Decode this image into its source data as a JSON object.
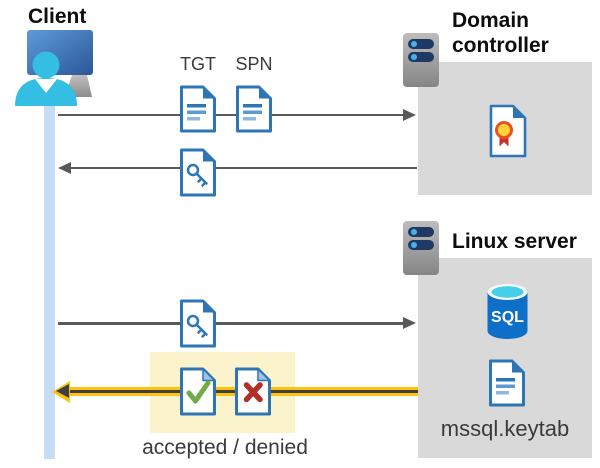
{
  "client": {
    "title": "Client"
  },
  "domain_controller": {
    "title": "Domain controller"
  },
  "linux_server": {
    "title": "Linux server",
    "sql_label": "SQL",
    "keytab_label": "mssql.keytab"
  },
  "messages": {
    "tgt_label": "TGT",
    "spn_label": "SPN",
    "result_label": "accepted / denied"
  },
  "icons": {
    "client": "monitor-user-icon",
    "domain_controller": "server-icon",
    "linux_server": "server-icon",
    "tgt": "document-icon",
    "spn": "document-icon",
    "ticket": "key-document-icon",
    "certificate": "certificate-icon",
    "sql": "sql-database-icon",
    "keytab": "document-icon",
    "accepted": "check-document-icon",
    "denied": "x-document-icon"
  },
  "colors": {
    "doc_blue": "#2E75B6",
    "doc_line_light": "#5B9BD5",
    "lifeline_blue": "#C5DDF5",
    "box_gray": "#D9D9D9",
    "highlight_yellow": "#FAF3CC",
    "arrow_yellow": "#FFC20E",
    "arrow_gray": "#595959",
    "accept_green": "#70AD47",
    "deny_red": "#B23028",
    "person_cyan": "#35BEE3",
    "sql_blue": "#0D6FC8",
    "server_navy": "#1F3864",
    "seal_yellow": "#FFD23B",
    "seal_ring_orange": "#E8531D",
    "ribbon_red": "#C93127"
  }
}
